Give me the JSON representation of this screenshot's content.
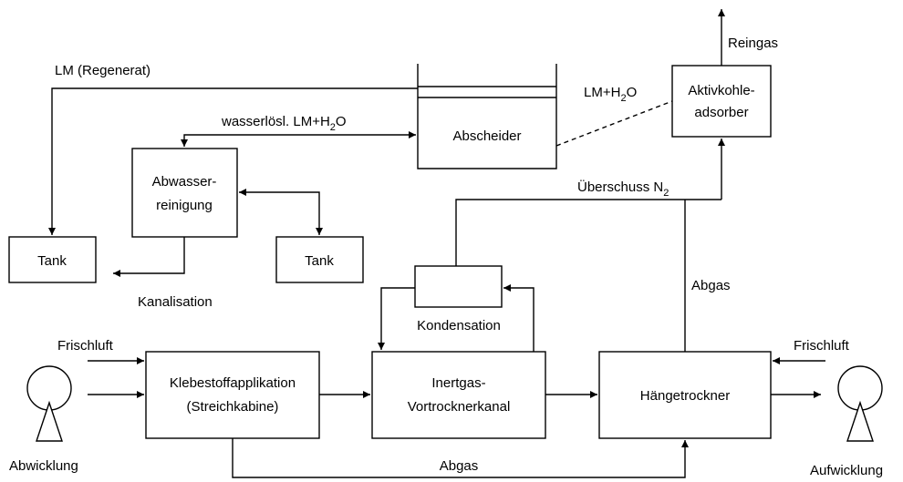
{
  "boxes": {
    "abscheider": "Abscheider",
    "aktivkohle_line1": "Aktivkohle-",
    "aktivkohle_line2": "adsorber",
    "abwasser_line1": "Abwasser-",
    "abwasser_line2": "reinigung",
    "tank_left": "Tank",
    "tank_mid": "Tank",
    "klebestoff_line1": "Klebestoffapplikation",
    "klebestoff_line2": "(Streichkabine)",
    "inertgas_line1": "Inertgas-",
    "inertgas_line2": "Vortrocknerkanal",
    "haengetrockner": "Hängetrockner"
  },
  "labels": {
    "lm_regenerat": "LM (Regenerat)",
    "wasserloesl": "wasserlösl. LM+H",
    "wasserloesl_sub": "2",
    "wasserloesl_tail": "O",
    "lm_h2o": "LM+H",
    "lm_h2o_sub": "2",
    "lm_h2o_tail": "O",
    "reingas": "Reingas",
    "ueberschuss": "Überschuss N",
    "ueberschuss_sub": "2",
    "abgas_vertical": "Abgas",
    "abgas_bottom": "Abgas",
    "kanalisation": "Kanalisation",
    "kondensation": "Kondensation",
    "frischluft_left": "Frischluft",
    "frischluft_right": "Frischluft",
    "abwicklung": "Abwicklung",
    "aufwicklung": "Aufwicklung"
  }
}
